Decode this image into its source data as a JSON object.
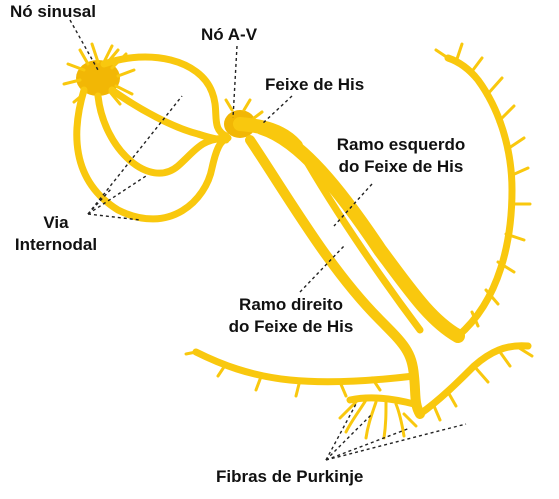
{
  "colors": {
    "conduction": "#F9C80E",
    "conduction_dark": "#F2B705",
    "leader": "#222222",
    "text": "#111111"
  },
  "labels": {
    "no_sinusal": "Nó sinusal",
    "no_av": "Nó A-V",
    "feixe_his": "Feixe de His",
    "ramo_esquerdo_l1": "Ramo esquerdo",
    "ramo_esquerdo_l2": "do Feixe de His",
    "via_l1": "Via",
    "via_l2": "Internodal",
    "ramo_direito_l1": "Ramo direito",
    "ramo_direito_l2": "do Feixe de His",
    "fibras_purkinje": "Fibras de Purkinje"
  }
}
